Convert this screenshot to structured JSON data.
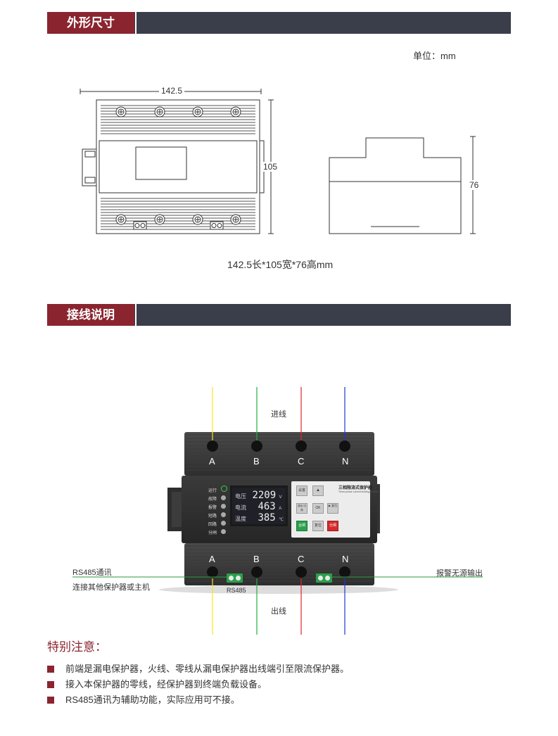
{
  "sections": {
    "dimensions": "外形尺寸",
    "wiring": "接线说明"
  },
  "dimensions": {
    "unit": "单位：mm",
    "width": "142.5",
    "height": "105",
    "depth": "76",
    "summary": "142.5长*105宽*76高mm"
  },
  "wiring": {
    "inlet": "进线",
    "outlet": "出线",
    "terminals_top": [
      "A",
      "B",
      "C",
      "N"
    ],
    "terminals_bottom": [
      "A",
      "B",
      "C",
      "N"
    ],
    "rs485_title": "RS485通讯",
    "rs485_desc": "连接其他保护器或主机",
    "rs485_port": "RS485",
    "alarm_output": "报警无源输出",
    "wire_colors": [
      "#f2e51c",
      "#23b03c",
      "#e0262a",
      "#1d37d6"
    ]
  },
  "device": {
    "indicators": [
      "运行",
      "故障",
      "报警",
      "短路",
      "回路",
      "分闸"
    ],
    "readings": [
      {
        "label": "电压",
        "value": "2209",
        "unit": "V"
      },
      {
        "label": "电流",
        "value": "463",
        "unit": "A"
      },
      {
        "label": "温度",
        "value": "385",
        "unit": "℃"
      }
    ],
    "brand": "三相限流式保护器",
    "brand_en": "Three-phase current limiting protector",
    "buttons": [
      "设置",
      "▲",
      "退出 切换",
      "OK",
      "▶ 复位",
      "合闸",
      "复位",
      "分闸"
    ]
  },
  "notes": {
    "title": "特别注意：",
    "items": [
      "前端是漏电保护器，火线、零线从漏电保护器出线端引至限流保护器。",
      "接入本保护器的零线，经保护器到终端负载设备。",
      "RS485通讯为辅助功能，实际应用可不接。"
    ]
  }
}
